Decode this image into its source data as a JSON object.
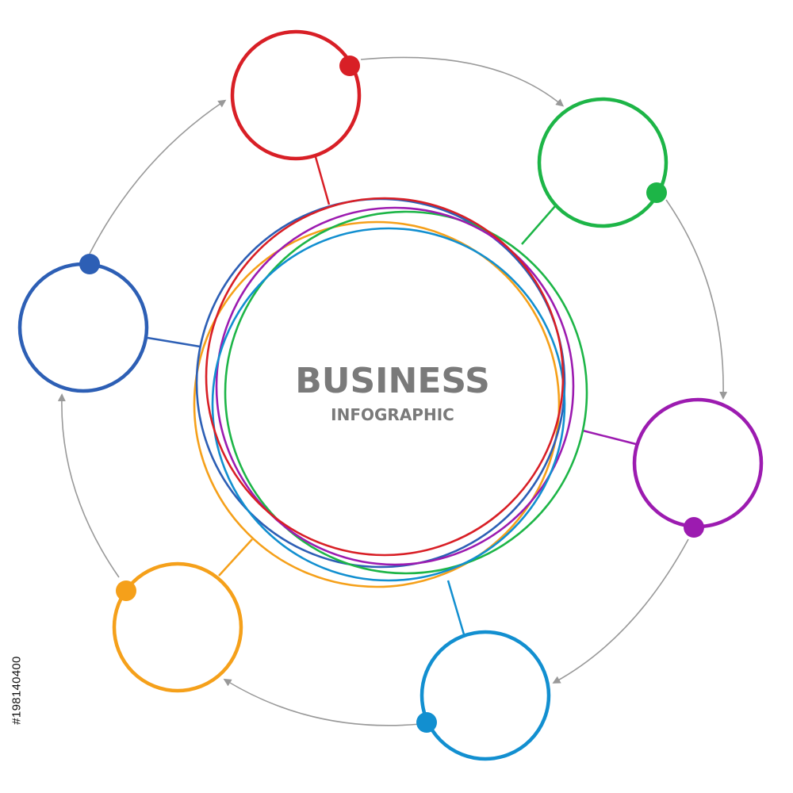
{
  "title": {
    "main": "BUSINESS",
    "sub": "INFOGRAPHIC",
    "color": "#7a7a7a"
  },
  "stock_id": "#198140400",
  "arrow_color": "#999999",
  "nodes": [
    {
      "name": "red",
      "color": "#d81f26"
    },
    {
      "name": "green",
      "color": "#1db547"
    },
    {
      "name": "purple",
      "color": "#9c1bb0"
    },
    {
      "name": "cyan",
      "color": "#128fd0"
    },
    {
      "name": "orange",
      "color": "#f5a01a"
    },
    {
      "name": "blue",
      "color": "#2d5fb5"
    }
  ]
}
